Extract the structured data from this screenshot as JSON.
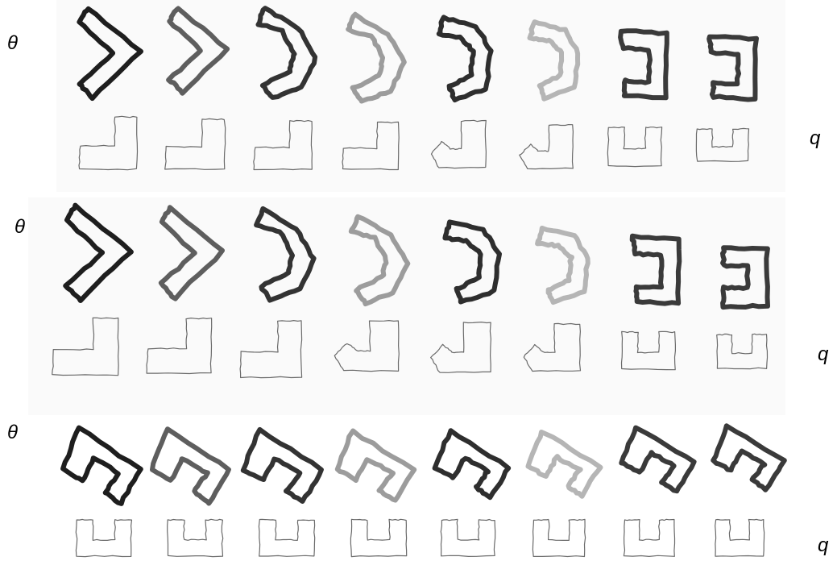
{
  "labels": {
    "theta": "θ",
    "q": "q"
  },
  "colors": {
    "panel_background": "#fafafa",
    "thick_shades": [
      "#1e1e1e",
      "#5e5e5e",
      "#333333",
      "#9c9c9c",
      "#2e2e2e",
      "#b5b5b5",
      "#3a3a3a",
      "#3a3a3a"
    ],
    "thin_outline": "#6a6a6a"
  },
  "rows": [
    {
      "name": "row-1",
      "thick_shape_count": 8,
      "thin_shape_count": 8
    },
    {
      "name": "row-2",
      "thick_shape_count": 8,
      "thin_shape_count": 8
    },
    {
      "name": "row-3",
      "thick_shape_count": 8,
      "thin_shape_count": 8
    }
  ]
}
